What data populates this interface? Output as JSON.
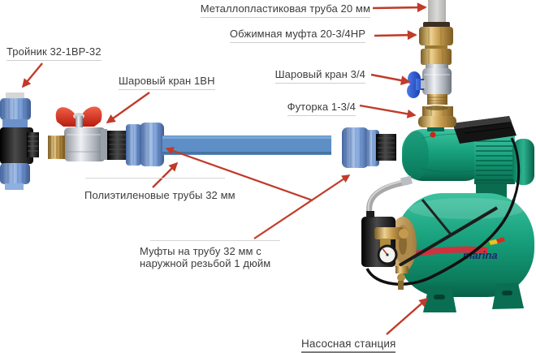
{
  "diagram": {
    "brand_logo": "marina",
    "labels": {
      "metal_pipe": "Металлопластиковая труба 20 мм",
      "compression_coupling": "Обжимная муфта 20-3/4НР",
      "ball_valve_34": "Шаровый кран 3/4",
      "futorka": "Футорка 1-3/4",
      "tee": "Тройник 32-1ВР-32",
      "ball_valve_1vn": "Шаровый кран 1ВН",
      "poly_pipes": "Полиэтиленовые трубы 32 мм",
      "couplings": "Муфты на трубу 32 мм с наружной резьбой 1 дюйм",
      "pump_station": "Насосная станция"
    },
    "colors": {
      "arrow": "#c13b2a",
      "label_text": "#3c3c3c",
      "underline": "#cfcfcf",
      "pipe_blue": "#5d8fc6",
      "fitting_blue": "#7fa3dc",
      "brass": "#c49a4e",
      "chrome": "#c9cdd3",
      "red_handle": "#d92f1c",
      "blue_handle": "#2a52d0",
      "pump_green": "#14a07c",
      "metal_pipe_gray": "#c9c9c5",
      "logo_navy": "#1b2a6b",
      "stripe_red": "#cc3340"
    }
  }
}
